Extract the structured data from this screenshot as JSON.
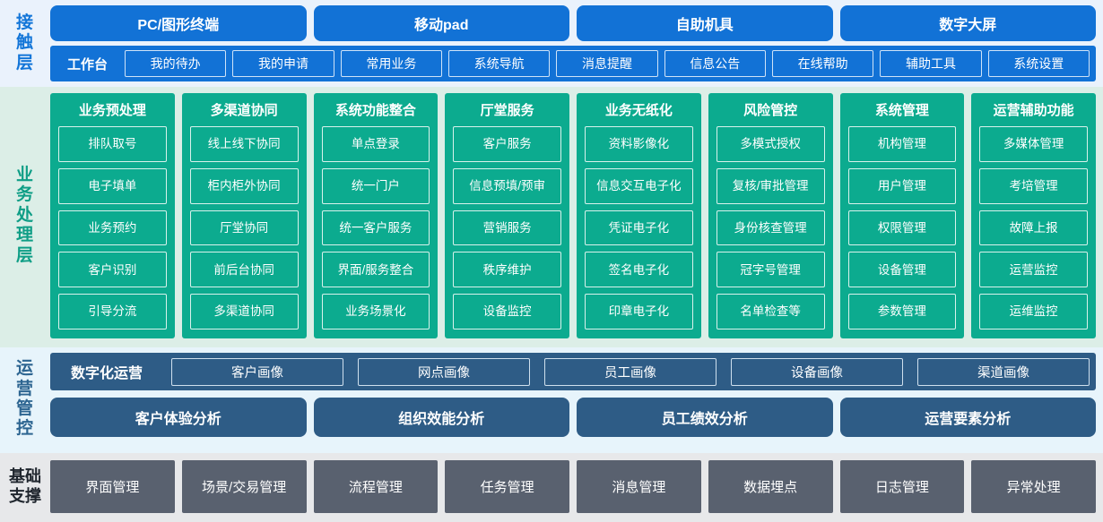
{
  "layers": {
    "contact": {
      "label": "接触层",
      "channels": [
        "PC/图形终端",
        "移动pad",
        "自助机具",
        "数字大屏"
      ],
      "workbench_title": "工作台",
      "workbench_items": [
        "我的待办",
        "我的申请",
        "常用业务",
        "系统导航",
        "消息提醒",
        "信息公告",
        "在线帮助",
        "辅助工具",
        "系统设置"
      ]
    },
    "business": {
      "label": "业务处理层",
      "columns": [
        {
          "title": "业务预处理",
          "items": [
            "排队取号",
            "电子填单",
            "业务预约",
            "客户识别",
            "引导分流"
          ]
        },
        {
          "title": "多渠道协同",
          "items": [
            "线上线下协同",
            "柜内柜外协同",
            "厅堂协同",
            "前后台协同",
            "多渠道协同"
          ]
        },
        {
          "title": "系统功能整合",
          "items": [
            "单点登录",
            "统一门户",
            "统一客户服务",
            "界面/服务整合",
            "业务场景化"
          ]
        },
        {
          "title": "厅堂服务",
          "items": [
            "客户服务",
            "信息预填/预审",
            "营销服务",
            "秩序维护",
            "设备监控"
          ]
        },
        {
          "title": "业务无纸化",
          "items": [
            "资料影像化",
            "信息交互电子化",
            "凭证电子化",
            "签名电子化",
            "印章电子化"
          ]
        },
        {
          "title": "风险管控",
          "items": [
            "多模式授权",
            "复核/审批管理",
            "身份核查管理",
            "冠字号管理",
            "名单检查等"
          ]
        },
        {
          "title": "系统管理",
          "items": [
            "机构管理",
            "用户管理",
            "权限管理",
            "设备管理",
            "参数管理"
          ]
        },
        {
          "title": "运营辅助功能",
          "items": [
            "多媒体管理",
            "考培管理",
            "故障上报",
            "运营监控",
            "运维监控"
          ]
        }
      ]
    },
    "operations": {
      "label": "运营管控",
      "digital_title": "数字化运营",
      "portraits": [
        "客户画像",
        "网点画像",
        "员工画像",
        "设备画像",
        "渠道画像"
      ],
      "analyses": [
        "客户体验分析",
        "组织效能分析",
        "员工绩效分析",
        "运营要素分析"
      ]
    },
    "foundation": {
      "label": "基础支撑",
      "label_lines": [
        "基础",
        "支撑"
      ],
      "items": [
        "界面管理",
        "场景/交易管理",
        "流程管理",
        "任务管理",
        "消息管理",
        "数据埋点",
        "日志管理",
        "异常处理"
      ]
    }
  },
  "colors": {
    "contact_band": "#eaf2fc",
    "contact_accent": "#1272d6",
    "business_band": "#dceee7",
    "business_accent": "#0cab8f",
    "operations_band": "#e7f4fb",
    "operations_accent": "#2e5c86",
    "foundation_band": "#e7e8ea",
    "foundation_accent": "#59616f"
  }
}
